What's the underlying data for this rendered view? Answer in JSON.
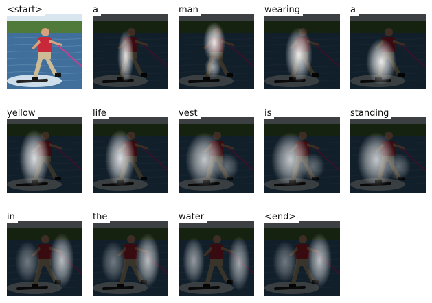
{
  "frames": [
    {
      "word": "<start>",
      "attention": "none"
    },
    {
      "word": "a",
      "attention": "center-narrow"
    },
    {
      "word": "man",
      "attention": "upper-torso"
    },
    {
      "word": "wearing",
      "attention": "torso-legs"
    },
    {
      "word": "a",
      "attention": "legs-lower"
    },
    {
      "word": "yellow",
      "attention": "left-body"
    },
    {
      "word": "life",
      "attention": "left-body"
    },
    {
      "word": "vest",
      "attention": "left-wide"
    },
    {
      "word": "is",
      "attention": "left-wide"
    },
    {
      "word": "standing",
      "attention": "left-wide"
    },
    {
      "word": "in",
      "attention": "right-water"
    },
    {
      "word": "the",
      "attention": "right-water"
    },
    {
      "word": "water",
      "attention": "sides-water"
    },
    {
      "word": "<end>",
      "attention": "right-water"
    }
  ],
  "colors": {
    "sky": "#d9e6f0",
    "shore": "#4f7a3a",
    "water": "#3f6f9a",
    "vest": "#c8283a",
    "shorts": "#cdbb95",
    "rope": "#c93d8f",
    "highlight": "#ffffff"
  }
}
